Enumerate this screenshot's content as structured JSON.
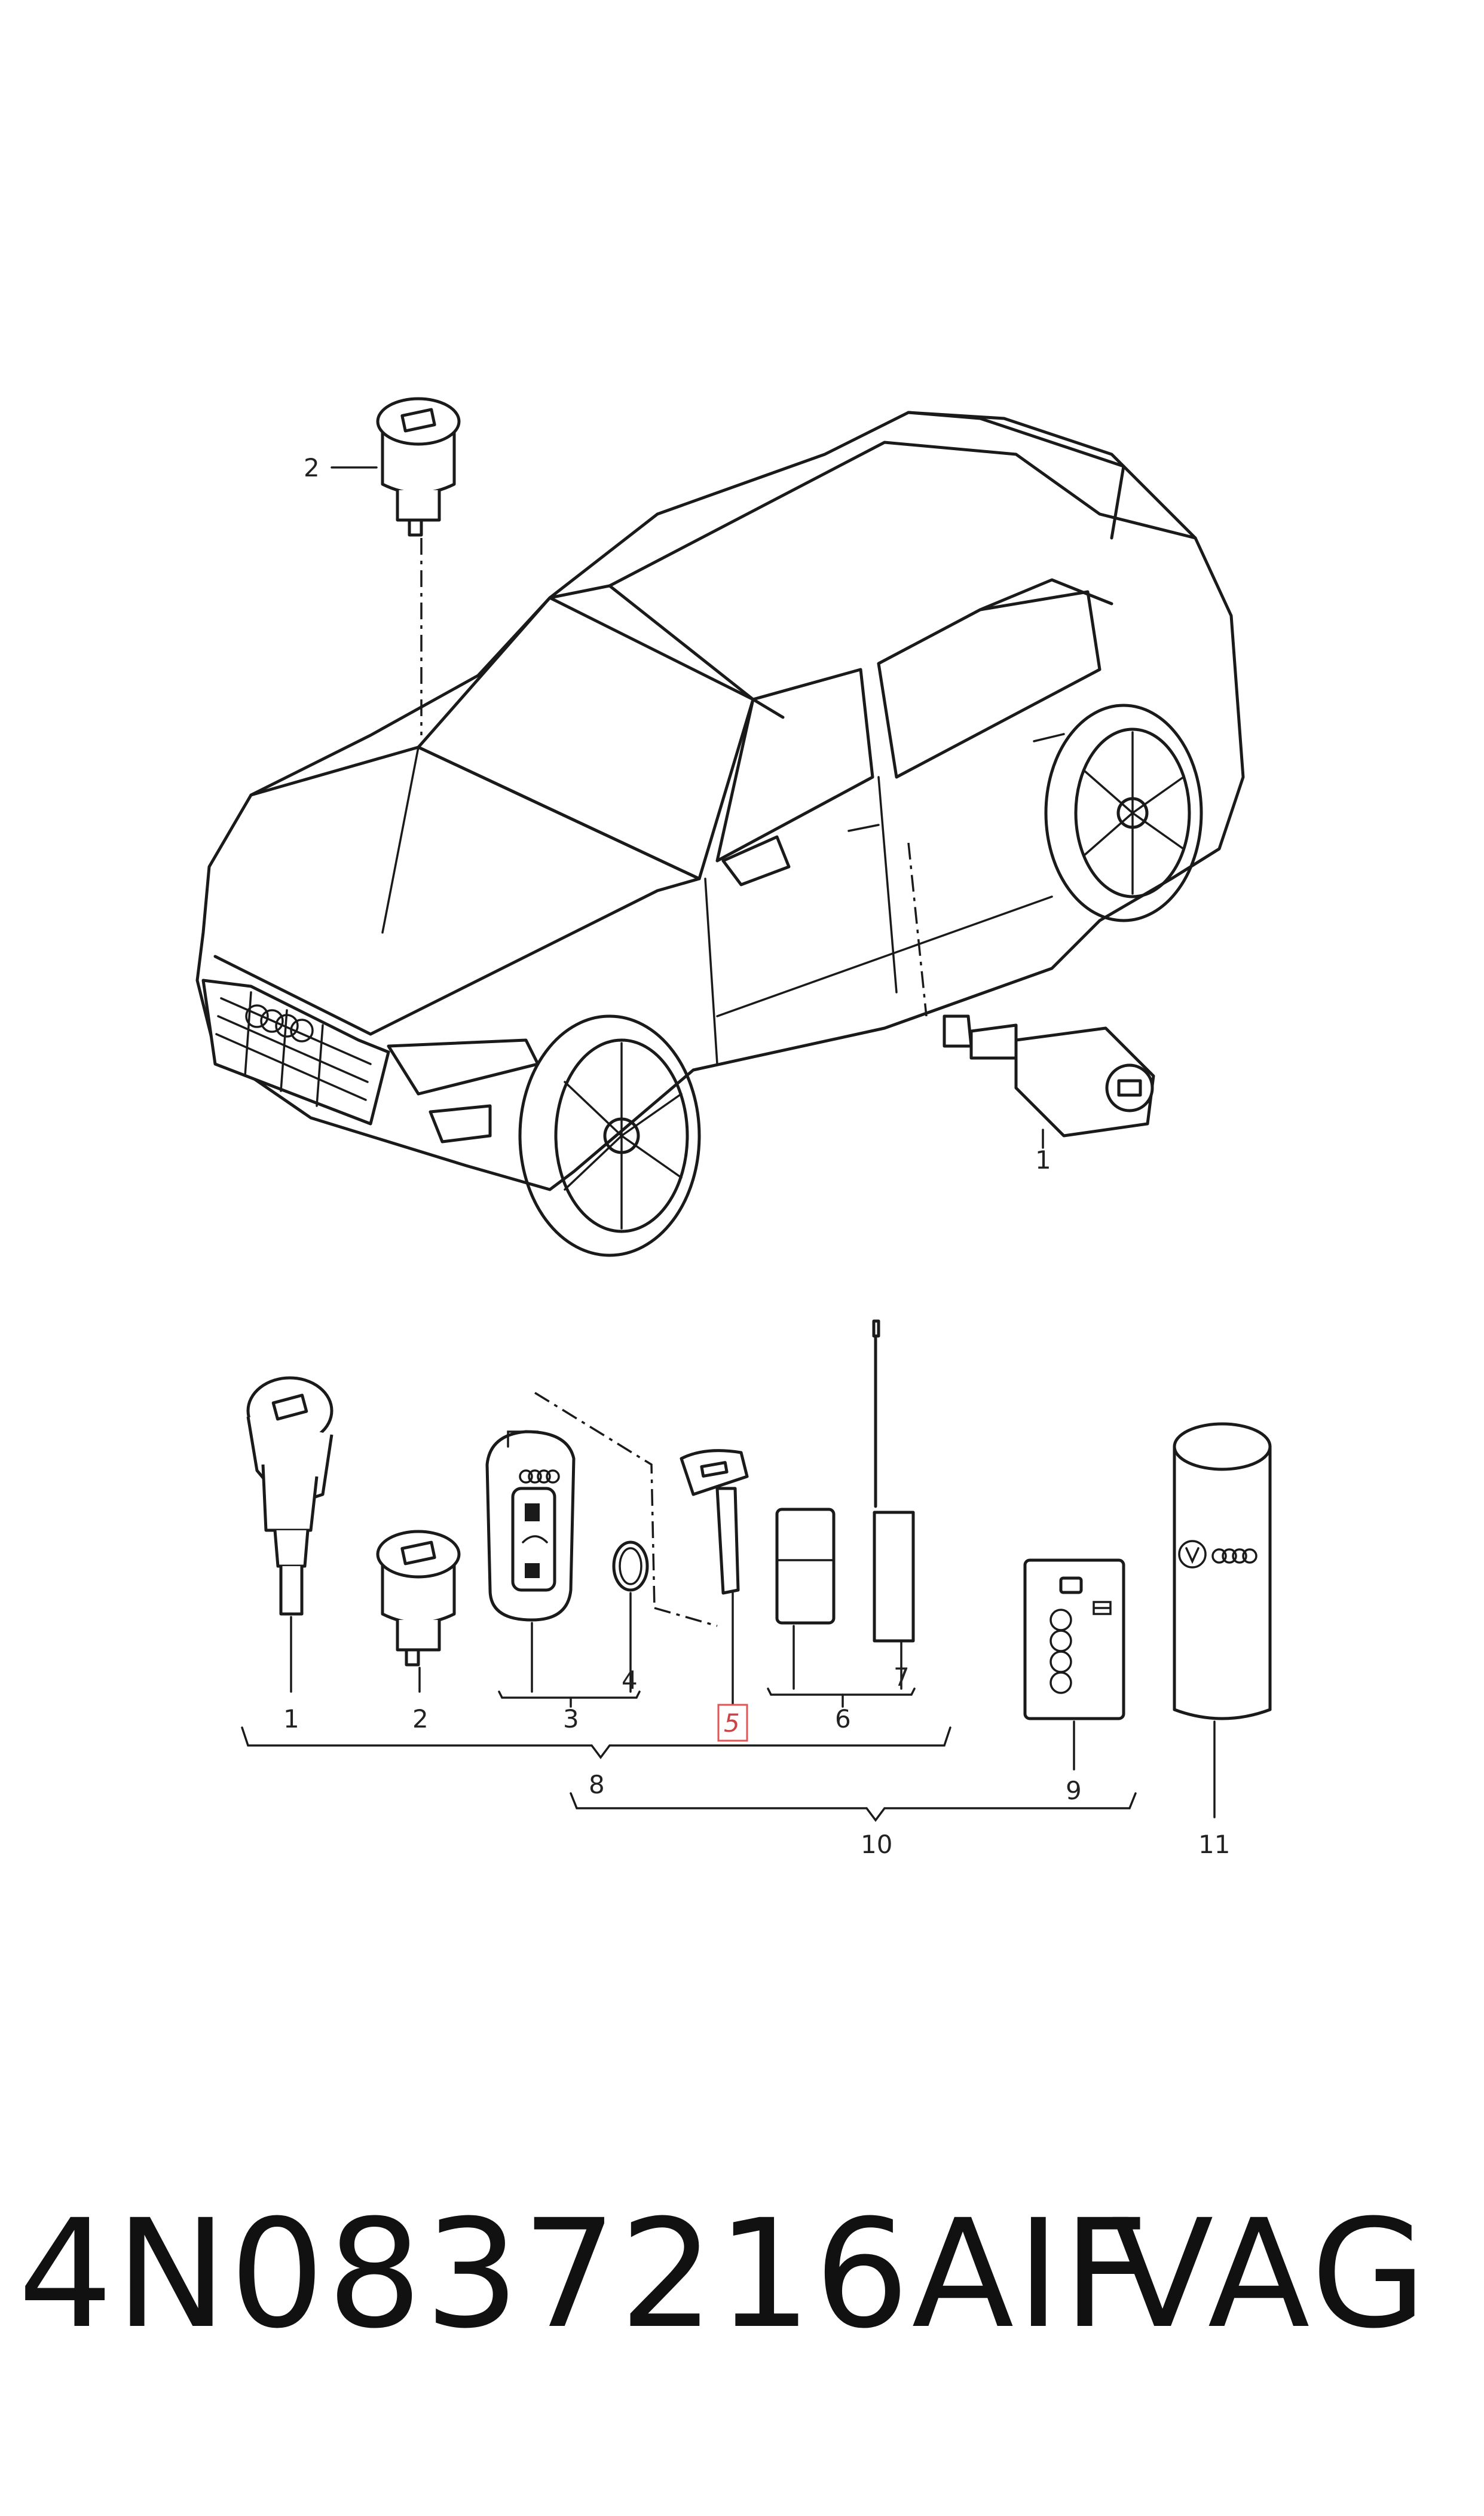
{
  "callouts_top": {
    "c2": "2",
    "c1": "1"
  },
  "callouts_bottom": {
    "c1": "1",
    "c2": "2",
    "c3": "3",
    "c4": "4",
    "c5": "5",
    "c6": "6",
    "c7": "7",
    "c8": "8",
    "c9": "9",
    "c10": "10",
    "c11": "11"
  },
  "footer": {
    "part_number": "4N0837216AIF",
    "brand": "VAG"
  },
  "colors": {
    "line": "#1a1a1a",
    "highlight": "#e05555"
  }
}
